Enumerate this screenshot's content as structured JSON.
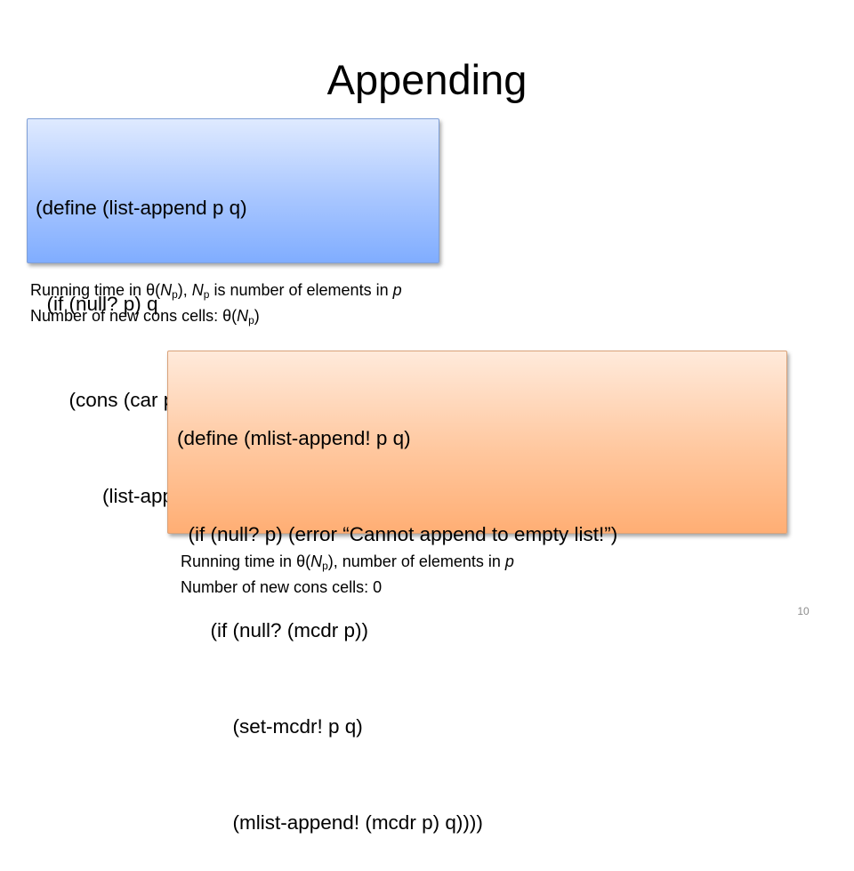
{
  "slide": {
    "title": "Appending",
    "page_number": "10"
  },
  "code_blocks": {
    "list_append": {
      "lines": [
        "(define (list-append p q)",
        "  (if (null? p) q",
        "      (cons (car p)",
        "            (list-append (cdr p) q))))"
      ]
    },
    "mlist_append": {
      "lines": [
        "(define (mlist-append! p q)",
        "  (if (null? p) (error “Cannot append to empty list!”)",
        "      (if (null? (mcdr p))",
        "          (set-mcdr! p q)",
        "          (mlist-append! (mcdr p) q))))"
      ]
    }
  },
  "notes": {
    "list_append": {
      "line1_prefix": "Running time in ",
      "theta": "θ",
      "n": "N",
      "sub": "p",
      "line1_mid": ", ",
      "line1_suffix": " is number of elements in ",
      "line1_var": "p",
      "line2_prefix": "Number of new cons cells: "
    },
    "mlist_append": {
      "line1_prefix": "Running time in ",
      "theta": "θ",
      "n": "N",
      "sub": "p",
      "line1_suffix": ", number of elements in ",
      "line1_var": "p",
      "line2": "Number of new cons cells: 0"
    }
  },
  "colors": {
    "blue_box_fill": "#a8c6ff",
    "orange_box_fill": "#ffc79e"
  }
}
